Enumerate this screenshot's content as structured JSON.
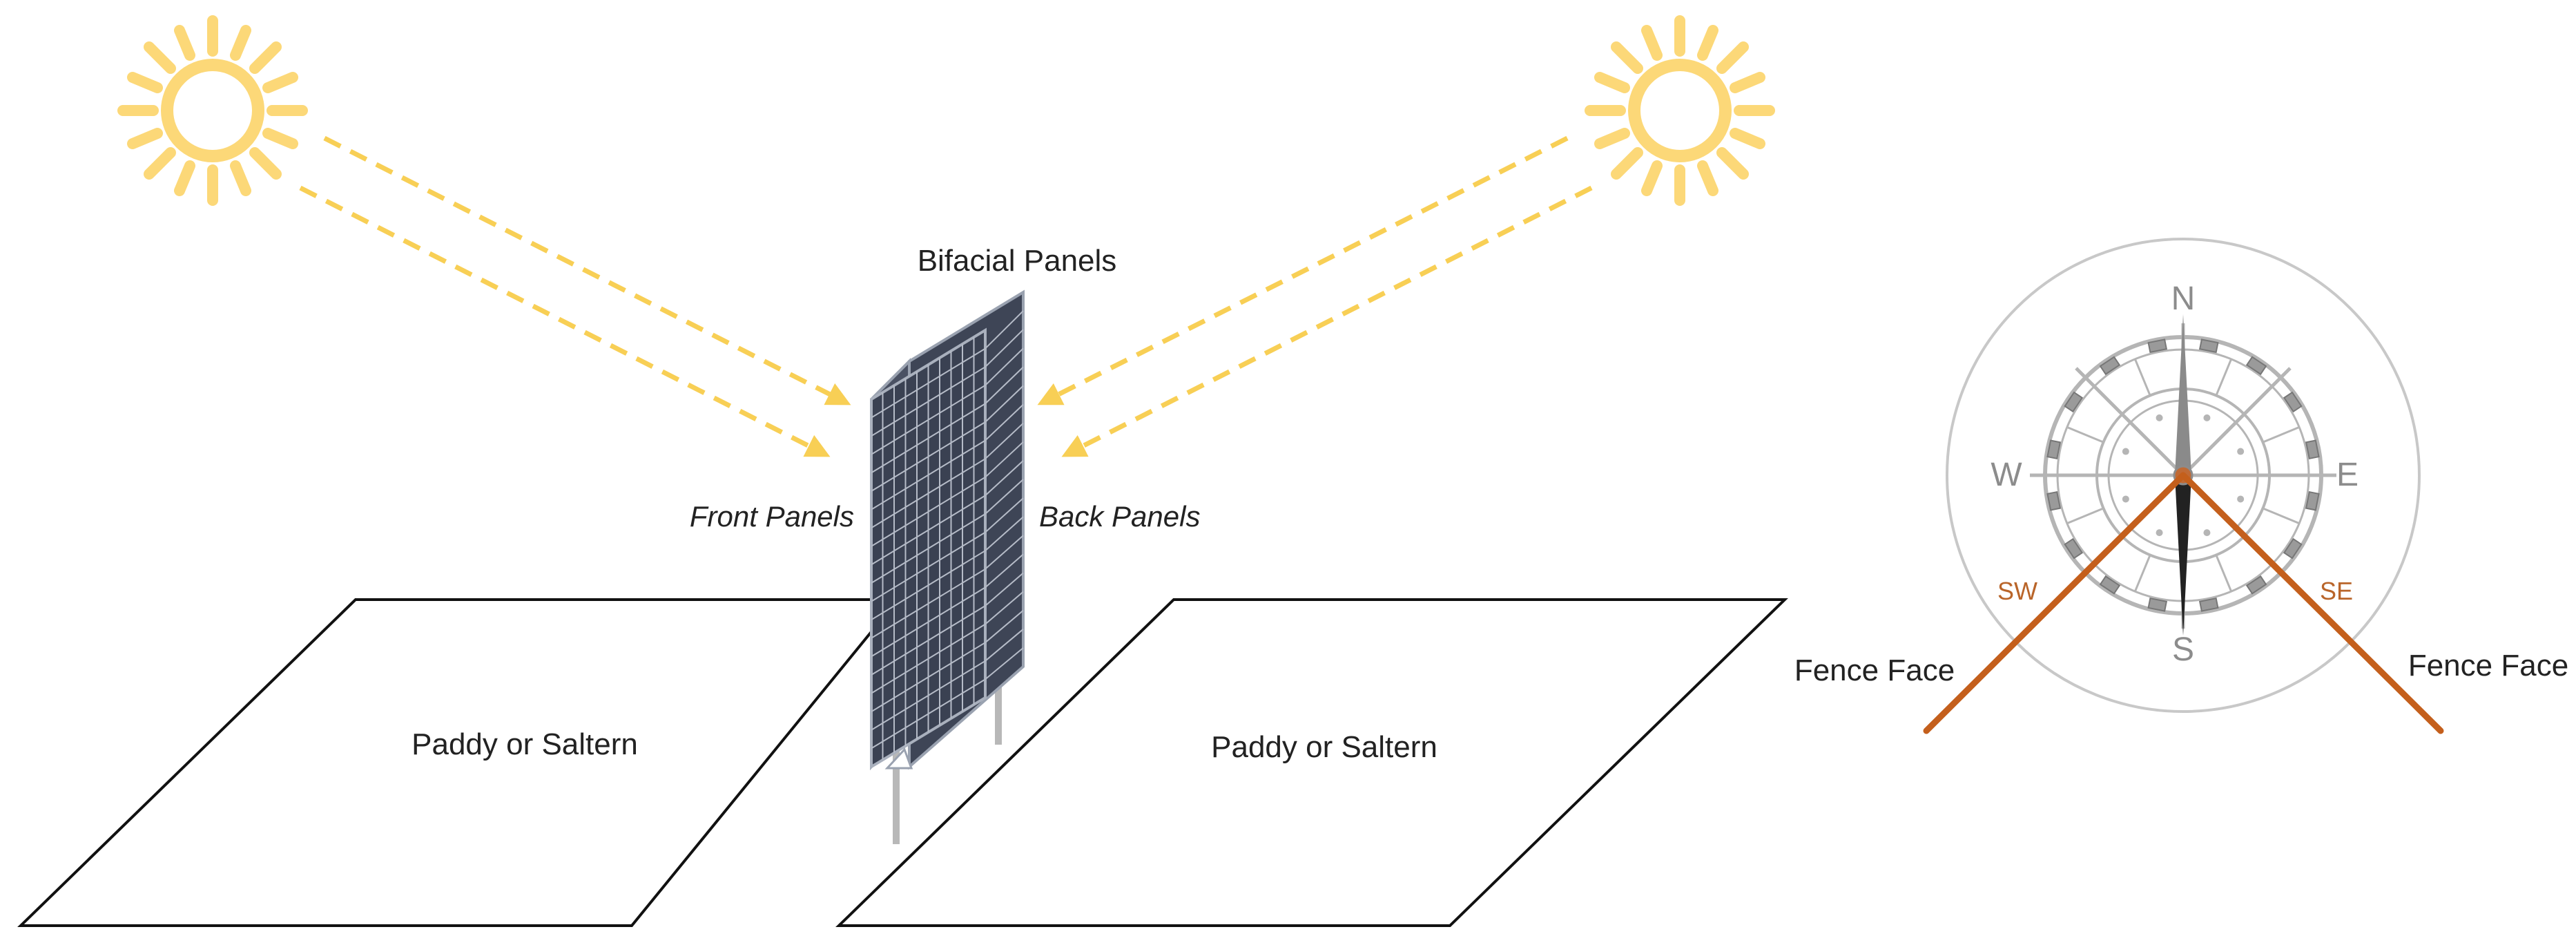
{
  "labels": {
    "bifacial_panels": "Bifacial Panels",
    "front_panels": "Front Panels",
    "back_panels": "Back Panels",
    "field_left": "Paddy or Saltern",
    "field_right": "Paddy or Saltern",
    "fence_face_left": "Fence Face",
    "fence_face_right": "Fence Face"
  },
  "compass": {
    "north": "N",
    "south": "S",
    "east": "E",
    "west": "W",
    "southwest": "SW",
    "southeast": "SE"
  },
  "colors": {
    "sun": "#fcd878",
    "sun_ray": "#f8cf55",
    "panel": "#3e4556",
    "panel_grid": "#b6bcc8",
    "compass_line": "#b5b5b5",
    "fence_line": "#c45f1c",
    "outline": "#111111"
  },
  "icons": [
    "sun-icon",
    "sun-icon",
    "solar-panel-icon",
    "compass-icon"
  ]
}
